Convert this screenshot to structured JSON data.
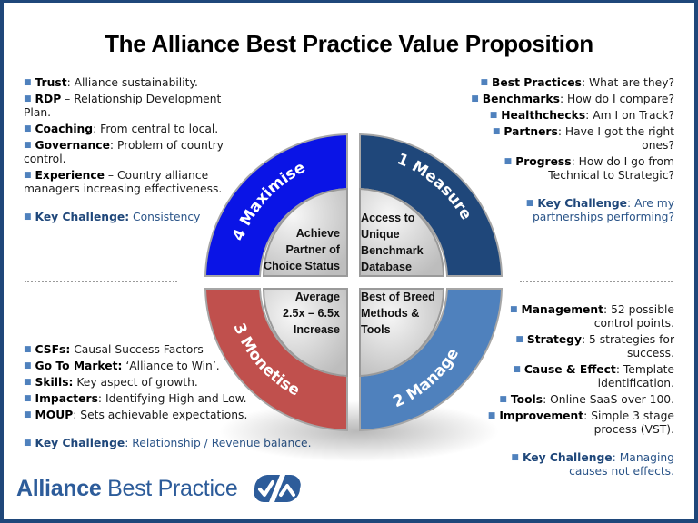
{
  "title": "The Alliance Best Practice Value Proposition",
  "colors": {
    "frame_border": "#1f477a",
    "maximise": "#0a14e6",
    "measure": "#1f477a",
    "monetise": "#c0504d",
    "manage": "#4f81bd",
    "inner_gray": "#d9d9d9",
    "bullet": "#4f81bd",
    "key_challenge": "#1f477a",
    "logo": "#2d5c9a"
  },
  "top_left": {
    "items": [
      {
        "term": "Trust",
        "sep": ": ",
        "text": "Alliance sustainability."
      },
      {
        "term": "RDP",
        "sep": " – ",
        "text": "Relationship Development Plan."
      },
      {
        "term": "Coaching",
        "sep": ": ",
        "text": "From central to local."
      },
      {
        "term": "Governance",
        "sep": ": ",
        "text": "Problem of country control."
      },
      {
        "term": "Experience",
        "sep": " – ",
        "text": "Country alliance managers increasing effectiveness."
      }
    ],
    "key_challenge": {
      "term": "Key Challenge:",
      "text": " Consistency"
    }
  },
  "top_right": {
    "items": [
      {
        "term": "Best Practices",
        "sep": ": ",
        "text": "What are they?"
      },
      {
        "term": "Benchmarks",
        "sep": ": ",
        "text": "How do I compare?"
      },
      {
        "term": "Healthchecks",
        "sep": ": ",
        "text": "Am I on Track?"
      },
      {
        "term": "Partners",
        "sep": ": ",
        "text": "Have I got the right ones?"
      },
      {
        "term": "Progress",
        "sep": ": ",
        "text": "How do I go from Technical to Strategic?"
      }
    ],
    "key_challenge": {
      "term": "Key Challenge",
      "text": ":  Are my partnerships performing?"
    }
  },
  "bottom_left": {
    "items": [
      {
        "term": "CSFs:",
        "sep": " ",
        "text": "Causal Success Factors"
      },
      {
        "term": "Go To Market:",
        "sep": " ",
        "text": "‘Alliance to Win’."
      },
      {
        "term": "Skills:",
        "sep": " ",
        "text": "Key aspect of growth."
      },
      {
        "term": "Impacters",
        "sep": ": ",
        "text": "Identifying High and Low."
      },
      {
        "term": "MOUP",
        "sep": ": ",
        "text": "Sets achievable expectations."
      }
    ],
    "key_challenge": {
      "term": "Key Challenge",
      "text": ":  Relationship /  Revenue balance."
    }
  },
  "bottom_right": {
    "items": [
      {
        "term": "Management",
        "sep": ": ",
        "text": "52 possible control points."
      },
      {
        "term": "Strategy",
        "sep": ": ",
        "text": "5 strategies for success."
      },
      {
        "term": "Cause & Effect",
        "sep": ": ",
        "text": "Template identification."
      },
      {
        "term": "Tools",
        "sep": ": ",
        "text": "Online SaaS over 100."
      },
      {
        "term": "Improvement",
        "sep": ": ",
        "text": "Simple 3 stage process (VST)."
      }
    ],
    "key_challenge": {
      "term": "Key Challenge",
      "text": ":  Managing causes not effects."
    }
  },
  "wheel": {
    "segments": [
      {
        "label": "1 Measure",
        "inner": [
          "Access to",
          "Unique",
          "Benchmark",
          "Database"
        ]
      },
      {
        "label": "2 Manage",
        "inner": [
          "Best of Breed",
          "Methods &",
          "Tools"
        ]
      },
      {
        "label": "3 Monetise",
        "inner": [
          "Average",
          "2.5x – 6.5x",
          "Increase"
        ]
      },
      {
        "label": "4 Maximise",
        "inner": [
          "Achieve",
          "Partner of",
          "Choice Status"
        ]
      }
    ]
  },
  "logo": {
    "strong": "Alliance",
    "rest": " Best Practice",
    "icon": "check-chevron-logo-icon"
  }
}
